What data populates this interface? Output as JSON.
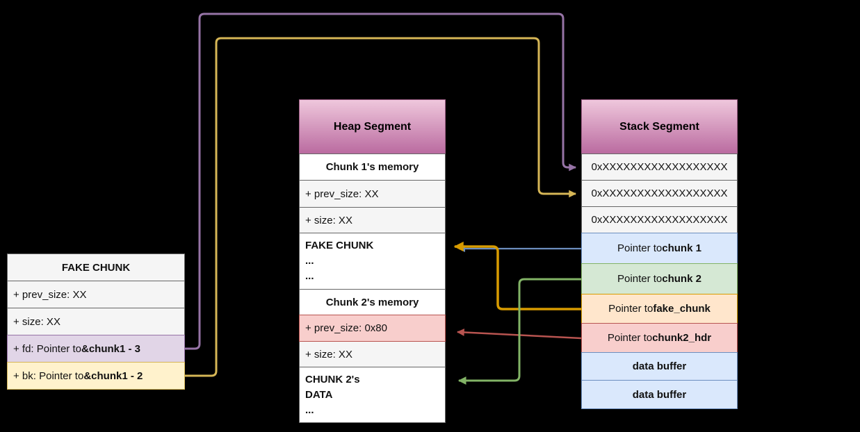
{
  "colors": {
    "background": "#000000",
    "gray_fill": "#f5f5f5",
    "gray_border": "#666666",
    "purple_fill": "#e1d5e7",
    "purple_stroke": "#9673a6",
    "yellow_fill": "#fff2cc",
    "yellow_stroke": "#d6b656",
    "blue_fill": "#dae8fc",
    "blue_stroke": "#6c8ebf",
    "green_fill": "#d5e8d4",
    "green_stroke": "#82b366",
    "orange_fill": "#ffe6cc",
    "orange_stroke": "#d79b00",
    "red_fill": "#f8cecc",
    "red_stroke": "#b85450",
    "header_gradient_top": "#efc7dc",
    "header_gradient_bottom": "#ba6ba0"
  },
  "fake_chunk": {
    "title": "FAKE CHUNK",
    "prev_size": "+ prev_size: XX",
    "size": "+ size: XX",
    "fd_text": "+ fd: Pointer to ",
    "fd_bold": "&chunk1 - 3",
    "bk_text": "+ bk: Pointer to ",
    "bk_bold": "&chunk1 - 2"
  },
  "heap": {
    "title": "Heap Segment",
    "chunk1_header": "Chunk 1's memory",
    "chunk1_prev_size": "+ prev_size: XX",
    "chunk1_size": "+ size: XX",
    "fake_chunk_line1": "FAKE CHUNK",
    "fake_chunk_line2": "...",
    "fake_chunk_line3": "...",
    "chunk2_header": "Chunk 2's memory",
    "chunk2_prev_size": "+ prev_size: 0x80",
    "chunk2_size": "+ size: XX",
    "chunk2_data_line1": "CHUNK 2's",
    "chunk2_data_line2": "DATA",
    "chunk2_data_line3": "..."
  },
  "stack": {
    "title": "Stack Segment",
    "hex_value": "0xXXXXXXXXXXXXXXXXXX",
    "ptr_chunk1_text": "Pointer to ",
    "ptr_chunk1_bold": "chunk 1",
    "ptr_chunk2_text": "Pointer to ",
    "ptr_chunk2_bold": "chunk 2",
    "ptr_fake_text": "Pointer to ",
    "ptr_fake_bold": "fake_chunk",
    "ptr_hdr_text": "Pointer to ",
    "ptr_hdr_bold": "chunk2_hdr",
    "data_buffer_1": "data buffer",
    "data_buffer_2": "data buffer"
  }
}
